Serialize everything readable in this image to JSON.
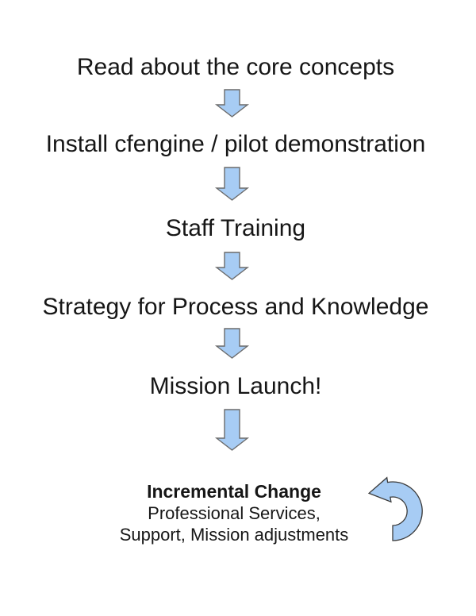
{
  "diagram": {
    "title_hint": "cfengine adoption flow",
    "steps": [
      "Read about the core concepts",
      "Install cfengine / pilot demonstration",
      "Staff Training",
      "Strategy for Process and Knowledge",
      "Mission Launch!"
    ],
    "final": {
      "title": "Incremental Change",
      "lines": [
        "Professional Services,",
        "Support, Mission adjustments"
      ]
    },
    "icons": {
      "flow_connector": "down-arrow-icon",
      "cycle": "loop-arrow-icon"
    },
    "colors": {
      "background": "#ffffff",
      "text": "#161616",
      "arrow_fill": "#a7ccf4",
      "arrow_stroke": "#6b6b6b",
      "loop_fill": "#a7ccf4",
      "loop_stroke": "#3c3c3c"
    }
  }
}
